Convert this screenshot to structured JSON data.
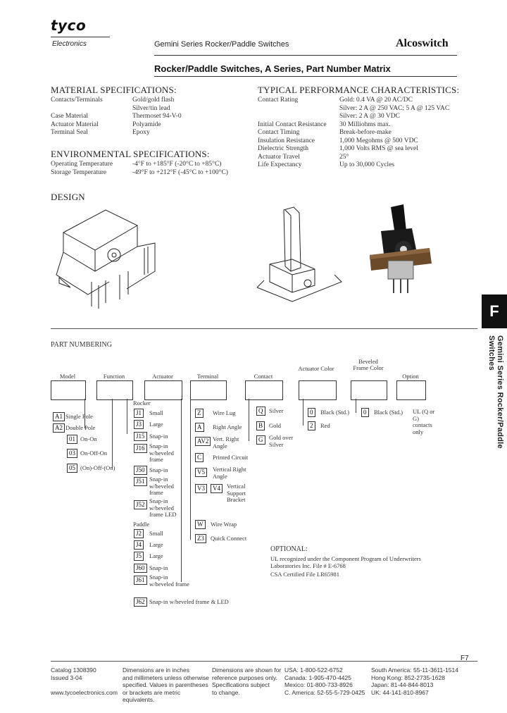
{
  "header": {
    "logo": "tyco",
    "logo_sub": "Electronics",
    "series": "Gemini Series Rocker/Paddle Switches",
    "brand": "Alcoswitch"
  },
  "title": "Rocker/Paddle Switches, A Series, Part Number Matrix",
  "material": {
    "title": "MATERIAL SPECIFICATIONS:",
    "rows": [
      {
        "label": "Contacts/Terminals",
        "value": "Gold/gold flash"
      },
      {
        "label": "",
        "value": "Silver/tin lead"
      },
      {
        "label": "Case Material",
        "value": "Thermoset 94-V-0"
      },
      {
        "label": "Actuator Material",
        "value": "Polyamide"
      },
      {
        "label": "Terminal Seal",
        "value": "Epoxy"
      }
    ]
  },
  "environmental": {
    "title": "ENVIRONMENTAL SPECIFICATIONS:",
    "rows": [
      {
        "label": "Operating Temperature",
        "value": "-4°F to +185°F (-20°C to +85°C)"
      },
      {
        "label": "Storage Temperature",
        "value": "-49°F to +212°F (-45°C to +100°C)"
      }
    ]
  },
  "performance": {
    "title": "TYPICAL PERFORMANCE CHARACTERISTICS:",
    "rows": [
      {
        "label": "Contact Rating",
        "value": "Gold: 0.4 VA @ 20 AC/DC"
      },
      {
        "label": "",
        "value": "Silver: 2 A @ 250 VAC; 5 A @ 125 VAC"
      },
      {
        "label": "",
        "value": "Silver: 2 A @ 30 VDC"
      },
      {
        "label": "Initial Contact Resistance",
        "value": "30 Milliohms max."
      },
      {
        "label": "Contact Timing",
        "value": "Break-before-make"
      },
      {
        "label": "Insulation Resistance",
        "value": "1,000 Megohms @ 500 VDC"
      },
      {
        "label": "Dielectric Strength",
        "value": "1,000 Volts RMS @ sea level"
      },
      {
        "label": "Actuator Travel",
        "value": "25°"
      },
      {
        "label": "Life Expectancy",
        "value": "Up to 30,000 Cycles"
      }
    ]
  },
  "design_title": "DESIGN",
  "side_tab": {
    "letter": "F",
    "text": "Gemini Series Rocker/Paddle Switches"
  },
  "part_numbering": {
    "title": "PART NUMBERING",
    "headers": {
      "model": "Model",
      "function": "Function",
      "actuator": "Actuator",
      "terminal": "Terminal",
      "contact": "Contact",
      "actuator_color": "Actuator Color",
      "beveled_frame_color": "Beveled Frame Color",
      "option": "Option"
    },
    "model": [
      {
        "code": "A1",
        "label": "Single Pole"
      },
      {
        "code": "A2",
        "label": "Double Pole"
      }
    ],
    "function": [
      {
        "code": "01",
        "label": "On-On"
      },
      {
        "code": "03",
        "label": "On-Off-On"
      },
      {
        "code": "05",
        "label": "(On)-Off-(On)"
      }
    ],
    "actuator_rocker_label": "Rocker",
    "actuator_paddle_label": "Paddle",
    "actuator_rocker": [
      {
        "code": "J1",
        "label": "Small"
      },
      {
        "code": "J3",
        "label": "Large"
      },
      {
        "code": "J15",
        "label": "Snap-in"
      },
      {
        "code": "J16",
        "label": "Snap-in w/beveled frame"
      },
      {
        "code": "J50",
        "label": "Snap-in"
      },
      {
        "code": "J51",
        "label": "Snap-in w/beveled frame"
      },
      {
        "code": "J52",
        "label": "Snap-in w/beveled frame LED"
      }
    ],
    "actuator_paddle": [
      {
        "code": "J2",
        "label": "Small"
      },
      {
        "code": "J4",
        "label": "Large"
      },
      {
        "code": "J5",
        "label": "Large"
      },
      {
        "code": "J60",
        "label": "Snap-in"
      },
      {
        "code": "J61",
        "label": "Snap-in w/beveled frame"
      },
      {
        "code": "J62",
        "label": "Snap-in w/beveled frame & LED"
      }
    ],
    "terminal": [
      {
        "code": "Z",
        "label": "Wire Lug"
      },
      {
        "code": "A",
        "label": "Right Angle"
      },
      {
        "code": "AV2",
        "label": "Vert. Right Angle"
      },
      {
        "code": "C",
        "label": "Printed Circuit"
      },
      {
        "code": "V5",
        "label": "Vertical Right Angle"
      },
      {
        "code": "V3",
        "code2": "V4",
        "label": "Vertical Support Bracket"
      },
      {
        "code": "W",
        "label": "Wire Wrap"
      },
      {
        "code": "Z3",
        "label": "Quick Connect"
      }
    ],
    "contact": [
      {
        "code": "Q",
        "label": "Silver"
      },
      {
        "code": "B",
        "label": "Gold"
      },
      {
        "code": "G",
        "label": "Gold over Silver"
      }
    ],
    "actuator_color": [
      {
        "code": "0",
        "label": "Black (Std.)"
      },
      {
        "code": "2",
        "label": "Red"
      }
    ],
    "frame_color": [
      {
        "code": "0",
        "label": "Black (Std.)"
      }
    ],
    "option_text": "UL (Q or G) contacts only"
  },
  "optional": {
    "title": "OPTIONAL:",
    "lines": [
      "UL recognized under the Component Program of Underwriters",
      "Laboratories Inc. File # E-6768",
      "CSA Certified File LR65981"
    ]
  },
  "page_number": "F7",
  "footer": {
    "col1": [
      "Catalog 1308390",
      "Issued 3-04",
      "",
      "www.tycoelectronics.com"
    ],
    "col2": [
      "Dimensions are in inches",
      "and millimeters unless otherwise",
      "specified. Values in parentheses",
      "or brackets are metric equivalents."
    ],
    "col3": [
      "Dimensions are shown for",
      "reference purposes only.",
      "Specifications subject",
      "to change."
    ],
    "col4": [
      "USA: 1-800-522-6752",
      "Canada: 1-905-470-4425",
      "Mexico: 01-800-733-8926",
      "C. America: 52-55-5-729-0425"
    ],
    "col5": [
      "South America: 55-11-3611-1514",
      "Hong Kong: 852-2735-1628",
      "Japan: 81-44-844-8013",
      "UK: 44-141-810-8967"
    ]
  }
}
